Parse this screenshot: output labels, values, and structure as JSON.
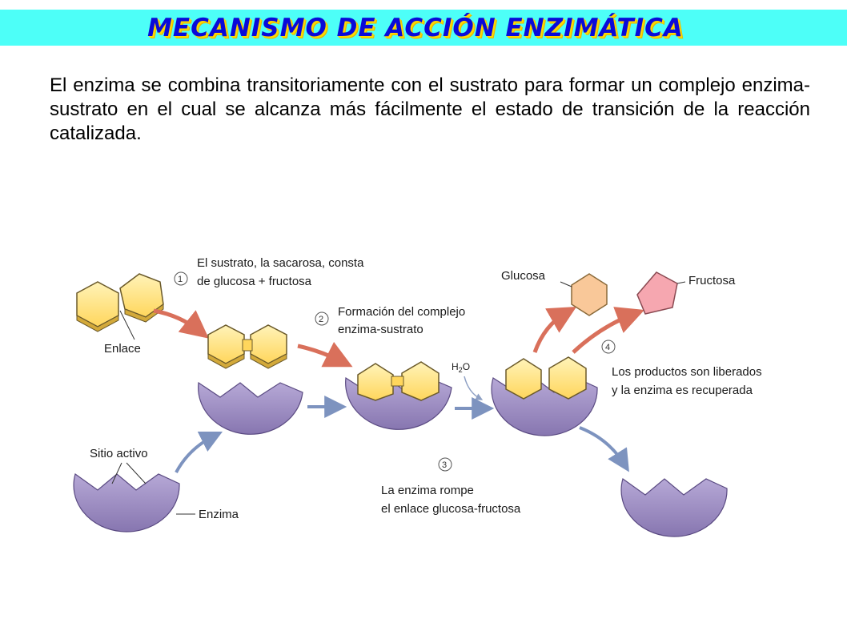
{
  "title": "MECANISMO DE ACCIÓN ENZIMÁTICA",
  "intro": "El enzima se combina transitoriamente con el sustrato para formar un complejo enzima-sustrato en el cual se alcanza más fácilmente el estado de transición de la reacción catalizada.",
  "diagram": {
    "step1_number": "1",
    "step1_line1": "El sustrato, la sacarosa, consta",
    "step1_line2": "de glucosa + fructosa",
    "enlace": "Enlace",
    "step2_number": "2",
    "step2_line1": "Formación del complejo",
    "step2_line2": "enzima-sustrato",
    "water": "H",
    "water_sub": "2",
    "water_o": "O",
    "glucosa": "Glucosa",
    "fructosa": "Fructosa",
    "step4_number": "4",
    "step4_line1": "Los productos son liberados",
    "step4_line2": "y la enzima es recuperada",
    "sitio_activo": "Sitio activo",
    "enzima": "Enzima",
    "step3_number": "3",
    "step3_line1": "La enzima rompe",
    "step3_line2": "el enlace glucosa-fructosa"
  },
  "colors": {
    "title_bg": "#4dfff8",
    "title_text": "#0a0ad8",
    "title_shadow": "#ffd800",
    "enzyme": "#9b8bc0",
    "substrate": "#ffe487",
    "glucose": "#f9c899",
    "fructose": "#f6a7b0",
    "arrow_red": "#d9705b",
    "arrow_blue": "#7d93bf"
  }
}
